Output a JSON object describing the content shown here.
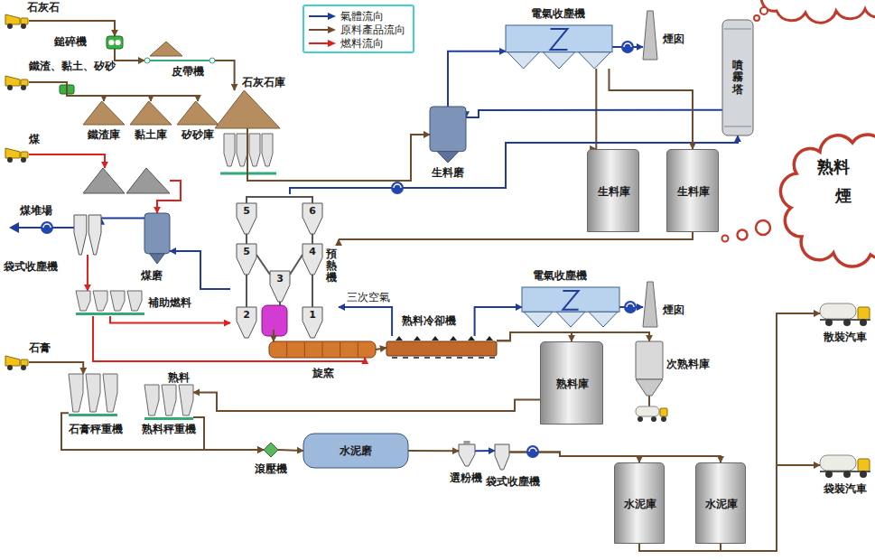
{
  "diagram": {
    "nodes": [
      {
        "text": [
          "石灰石"
        ]
      },
      {
        "text": [
          "鎚碎機"
        ]
      },
      {
        "text": [
          "鐵渣、黏土、矽砂"
        ]
      },
      {
        "text": [
          "皮帶機"
        ]
      },
      {
        "text": [
          "石灰石庫"
        ]
      },
      {
        "text": [
          "鐵渣庫"
        ]
      },
      {
        "text": [
          "黏土庫"
        ]
      },
      {
        "text": [
          "矽砂庫"
        ]
      },
      {
        "text": [
          "煤"
        ]
      },
      {
        "text": [
          "煤堆場"
        ]
      },
      {
        "text": [
          "袋式收塵機"
        ]
      },
      {
        "text": [
          "煤磨"
        ]
      },
      {
        "text": [
          "補助燃料"
        ]
      },
      {
        "text": [
          "生料磨"
        ]
      },
      {
        "text": [
          "電氣收塵機"
        ]
      },
      {
        "text": [
          "煙囱"
        ]
      },
      {
        "text": [
          "噴霧塔"
        ]
      },
      {
        "text": [
          "生料庫"
        ]
      },
      {
        "text": [
          "生料庫"
        ]
      },
      {
        "text": [
          "預熱機"
        ]
      },
      {
        "text": [
          "5"
        ],
        "in": 19
      },
      {
        "text": [
          "6"
        ],
        "in": 19
      },
      {
        "text": [
          "5"
        ],
        "in": 19
      },
      {
        "text": [
          "4"
        ],
        "in": 19
      },
      {
        "text": [
          "3"
        ],
        "in": 19
      },
      {
        "text": [
          "2"
        ],
        "in": 19
      },
      {
        "text": [
          "1"
        ],
        "in": 19
      },
      {
        "text": [
          "熟料冷卻機"
        ]
      },
      {
        "text": [
          "旋窯"
        ]
      },
      {
        "text": [
          "電氣收塵機"
        ]
      },
      {
        "text": [
          "煙囱"
        ]
      },
      {
        "text": [
          "熟料庫"
        ]
      },
      {
        "text": [
          "次熟料庫"
        ]
      },
      {
        "text": [
          "石膏"
        ]
      },
      {
        "text": [
          "石膏秤重機"
        ]
      },
      {
        "text": [
          "熟料秤重機"
        ]
      },
      {
        "text": [
          "滾壓機"
        ]
      },
      {
        "text": [
          "水泥磨"
        ]
      },
      {
        "text": [
          "選粉機"
        ]
      },
      {
        "text": [
          "袋式收塵機"
        ]
      },
      {
        "text": [
          "水泥庫"
        ]
      },
      {
        "text": [
          "水泥庫"
        ]
      },
      {
        "text": [
          "散裝汽車"
        ]
      },
      {
        "text": [
          "袋裝汽車"
        ]
      },
      {
        "text": [
          "熟料",
          "煙"
        ]
      }
    ],
    "edges": [
      {
        "from": 0,
        "to": 1,
        "arrow": "to"
      },
      {
        "from": 1,
        "to": 3,
        "arrow": "to"
      },
      {
        "from": 3,
        "to": 4,
        "arrow": "to"
      },
      {
        "from": 2,
        "to": 5,
        "arrow": "to"
      },
      {
        "from": 2,
        "to": 6,
        "arrow": "to"
      },
      {
        "from": 2,
        "to": 7,
        "arrow": "to"
      },
      {
        "from": 4,
        "to": 13,
        "arrow": "to"
      },
      {
        "from": 13,
        "to": 14,
        "arrow": "to"
      },
      {
        "from": 14,
        "to": 15,
        "arrow": "to"
      },
      {
        "from": 14,
        "to": 17,
        "arrow": "to"
      },
      {
        "from": 16,
        "to": 13,
        "arrow": "to"
      },
      {
        "from": 19,
        "to": 16,
        "arrow": "to"
      },
      {
        "from": 18,
        "to": 19,
        "arrow": "to"
      },
      {
        "from": 8,
        "to": 9,
        "arrow": "to"
      },
      {
        "from": 9,
        "to": 11,
        "arrow": "to"
      },
      {
        "from": 19,
        "to": 11,
        "arrow": "to"
      },
      {
        "from": 11,
        "to": 10,
        "arrow": "to"
      },
      {
        "from": 10,
        "to": 12,
        "arrow": "to"
      },
      {
        "from": 12,
        "to": 19,
        "arrow": "to"
      },
      {
        "from": 12,
        "to": 28,
        "arrow": "to"
      },
      {
        "from": 27,
        "to": 19,
        "label": "三次空氣",
        "arrow": "to"
      },
      {
        "from": 19,
        "to": 28,
        "arrow": "to"
      },
      {
        "from": 28,
        "to": 27,
        "arrow": "to"
      },
      {
        "from": 27,
        "to": 29,
        "arrow": "to"
      },
      {
        "from": 29,
        "to": 30,
        "arrow": "to"
      },
      {
        "from": 27,
        "to": 31,
        "arrow": "to"
      },
      {
        "from": 27,
        "to": 32,
        "arrow": "to"
      },
      {
        "from": 31,
        "to": 35,
        "arrow": "to"
      },
      {
        "from": 33,
        "to": 34,
        "arrow": "to"
      },
      {
        "from": 34,
        "to": 36,
        "arrow": "to"
      },
      {
        "from": 35,
        "to": 36,
        "arrow": "to"
      },
      {
        "from": 36,
        "to": 37,
        "arrow": "to"
      },
      {
        "from": 37,
        "to": 38,
        "arrow": "to"
      },
      {
        "from": 38,
        "to": 39,
        "arrow": "to"
      },
      {
        "from": 39,
        "to": 40,
        "arrow": "to"
      },
      {
        "from": 39,
        "to": 41,
        "arrow": "to"
      },
      {
        "from": 40,
        "to": 43,
        "arrow": "to"
      },
      {
        "from": 41,
        "to": 42,
        "arrow": "to"
      },
      {
        "from": 14,
        "to": 18,
        "arrow": "to"
      }
    ],
    "labels": [
      "熟料"
    ],
    "legend": [
      {
        "text": "氣體流向"
      },
      {
        "text": "原料產品流向"
      },
      {
        "text": "燃料流向"
      }
    ]
  }
}
